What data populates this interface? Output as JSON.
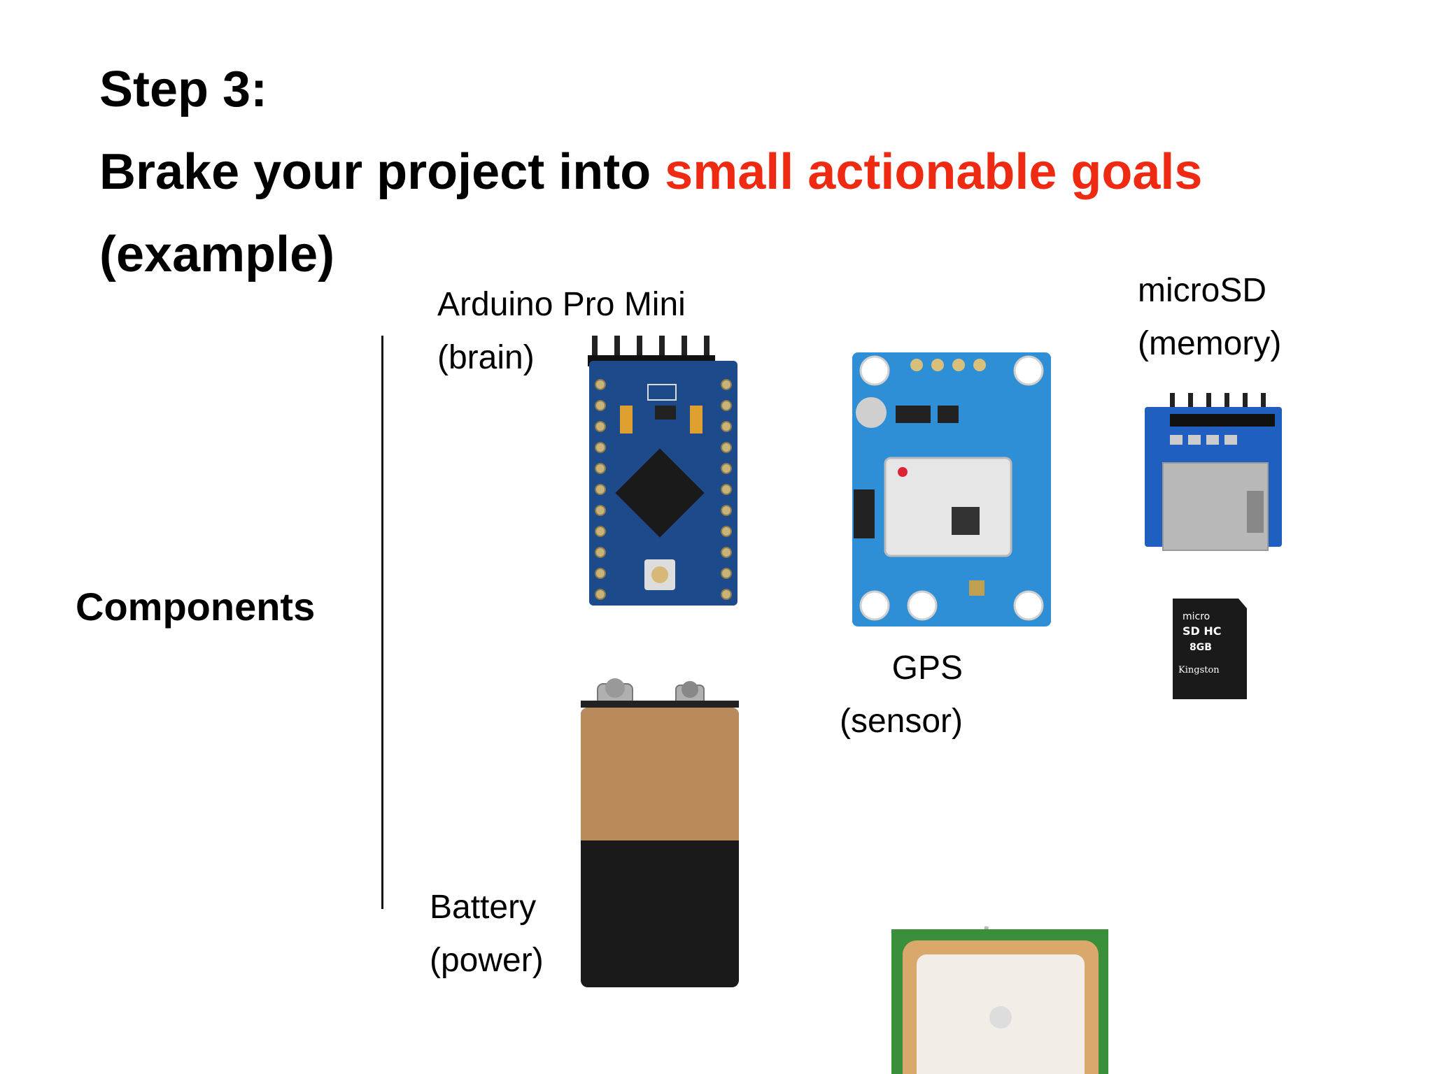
{
  "title": {
    "line1": "Step 3:",
    "line2_prefix": "Brake your project into ",
    "line2_highlight": "small actionable goals",
    "line3": "(example)"
  },
  "side_label": "Components",
  "components": {
    "arduino": {
      "name": "Arduino Pro Mini",
      "role": "(brain)"
    },
    "microsd": {
      "name": "microSD",
      "role": "(memory)"
    },
    "gps": {
      "name": "GPS",
      "role": "(sensor)"
    },
    "battery": {
      "name": "Battery",
      "role": "(power)"
    }
  },
  "colors": {
    "accent": "#ef2a13",
    "pcb_dark_blue": "#1f4f8f",
    "pcb_light_blue": "#2f8fd6",
    "battery_copper": "#b98a5c",
    "antenna_green": "#3a8f3a"
  }
}
